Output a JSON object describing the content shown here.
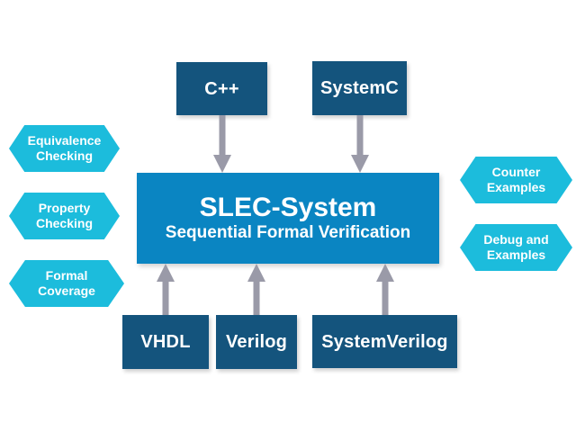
{
  "diagram": {
    "title": "SLEC-System Sequential Formal Verification block diagram",
    "colors": {
      "dark_box": "#14547d",
      "center_box": "#0a85c2",
      "hexagon": "#1cbcdc",
      "arrow": "#9a9aa8",
      "text": "#ffffff",
      "background": "#ffffff"
    }
  },
  "center": {
    "title": "SLEC-System",
    "subtitle": "Sequential Formal Verification"
  },
  "inputs_top": [
    {
      "label": "C++"
    },
    {
      "label": "SystemC"
    }
  ],
  "inputs_bottom": [
    {
      "label": "VHDL"
    },
    {
      "label": "Verilog"
    },
    {
      "label": "SystemVerilog"
    }
  ],
  "features_left": [
    {
      "label": "Equivalence\nChecking"
    },
    {
      "label": "Property\nChecking"
    },
    {
      "label": "Formal\nCoverage"
    }
  ],
  "outputs_right": [
    {
      "label": "Counter\nExamples"
    },
    {
      "label": "Debug and\nExamples"
    }
  ],
  "arrows": [
    {
      "name": "arrow-cpp-to-slec",
      "direction": "down"
    },
    {
      "name": "arrow-systemc-to-slec",
      "direction": "down"
    },
    {
      "name": "arrow-vhdl-to-slec",
      "direction": "up"
    },
    {
      "name": "arrow-verilog-to-slec",
      "direction": "up"
    },
    {
      "name": "arrow-systemverilog-to-slec",
      "direction": "up"
    }
  ]
}
